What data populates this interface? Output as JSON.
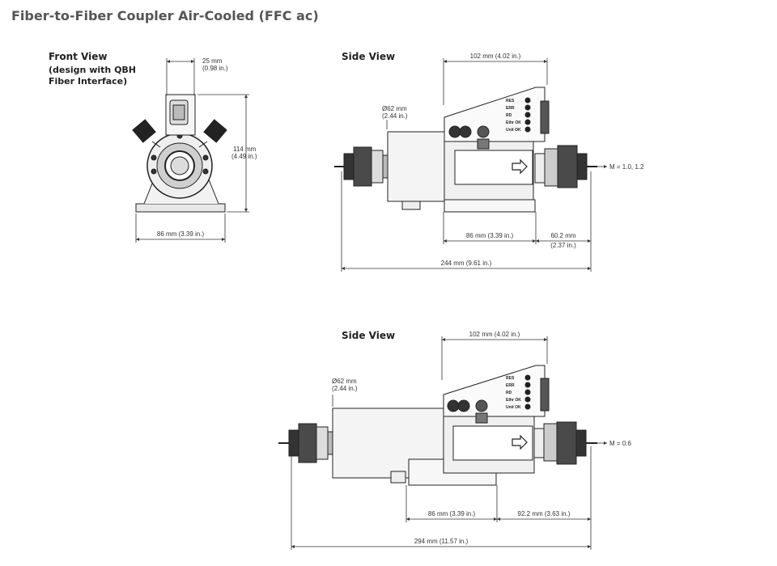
{
  "title": "Fiber-to-Fiber Coupler Air-Cooled (FFC ac)",
  "front_view": {
    "title": "Front View",
    "subtitle_line1": "(design with QBH",
    "subtitle_line2": "Fiber Interface)",
    "dim_top": "25 mm",
    "dim_top_in": "(0.98 in.)",
    "dim_height": "114 mm",
    "dim_height_in": "(4.49 in.)",
    "dim_width": "86 mm (3.39 in.)"
  },
  "side_view_1": {
    "title": "Side View",
    "dim_top": "102 mm (4.02 in.)",
    "dim_dia": "Ø62 mm",
    "dim_dia_in": "(2.44 in.)",
    "dim_mid": "86 mm (3.39 in.)",
    "dim_right": "60.2 mm",
    "dim_right_in": "(2.37 in.)",
    "dim_total": "244 mm (9.61 in.)",
    "magnification": "M = 1.0, 1.2",
    "panel_labels": [
      "RES",
      "ERR",
      "RD",
      "Ethr OK",
      "Unit OK"
    ]
  },
  "side_view_2": {
    "title": "Side View",
    "dim_top": "102 mm (4.02 in.)",
    "dim_dia": "Ø62 mm",
    "dim_dia_in": "(2.44 in.)",
    "dim_mid": "86 mm (3.39 in.)",
    "dim_right": "92.2 mm (3.63 in.)",
    "dim_total": "294 mm (11.57 in.)",
    "magnification": "M = 0.6",
    "panel_labels": [
      "RES",
      "ERR",
      "RD",
      "Ethr OK",
      "Unit OK"
    ]
  }
}
